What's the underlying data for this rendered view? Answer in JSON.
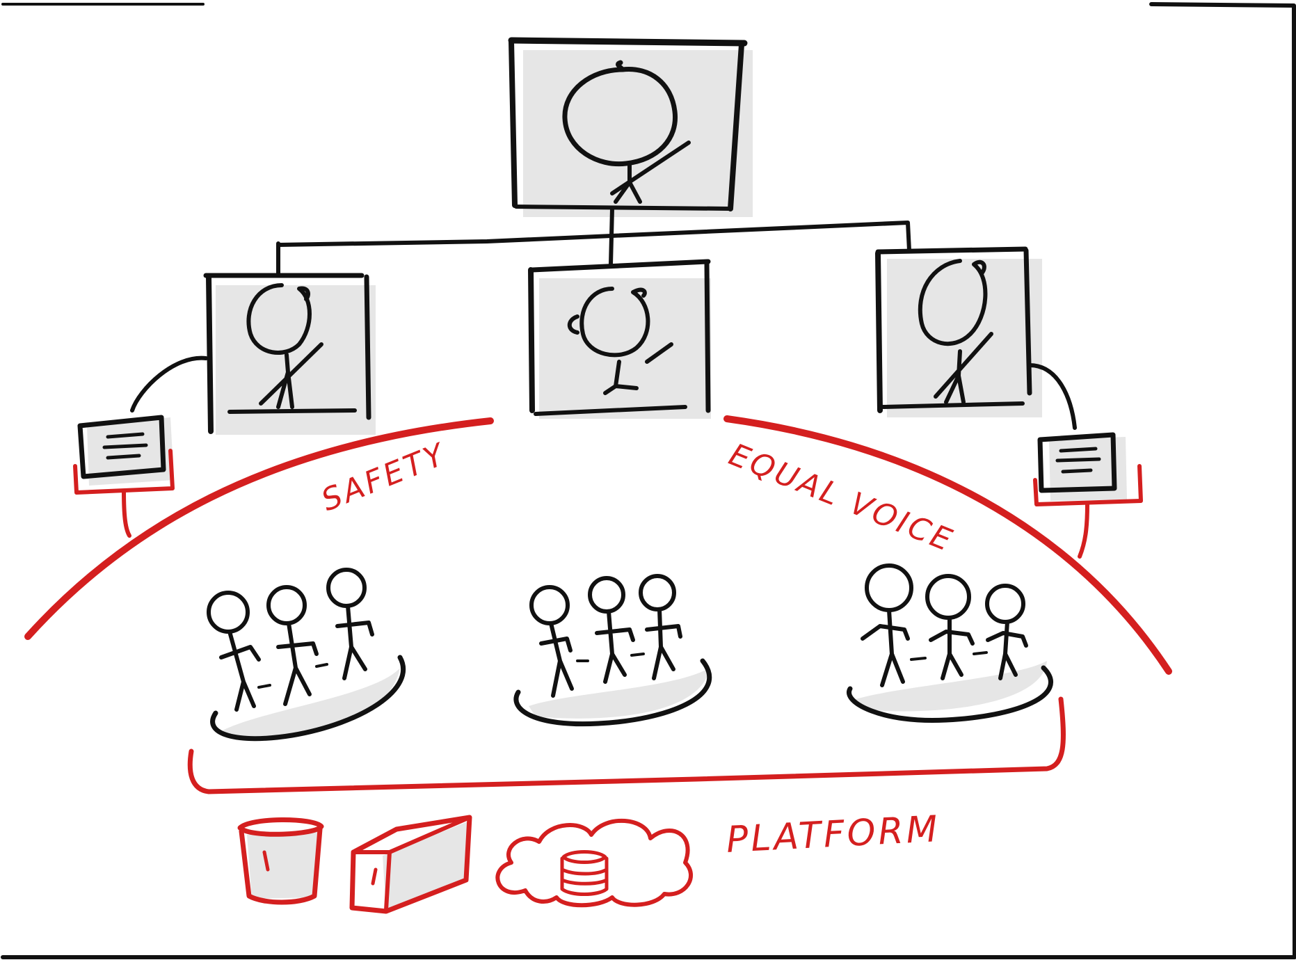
{
  "labels": {
    "safety": "SAFETY",
    "equal_voice": "EQUAL VOICE",
    "platform": "PLATFORM"
  },
  "icons": {
    "leader": "leader-stick-figure-icon",
    "managers": [
      "manager-stick-figure-icon",
      "seated-manager-icon",
      "manager-stick-figure-icon"
    ],
    "documents": "document-icon",
    "teams": "team-group-icon",
    "platform": [
      "database-bucket-icon",
      "server-box-icon",
      "cloud-database-icon"
    ]
  },
  "colors": {
    "ink": "#111111",
    "accent": "#d41f1f",
    "shadow": "#e6e6e6",
    "background": "#ffffff"
  }
}
